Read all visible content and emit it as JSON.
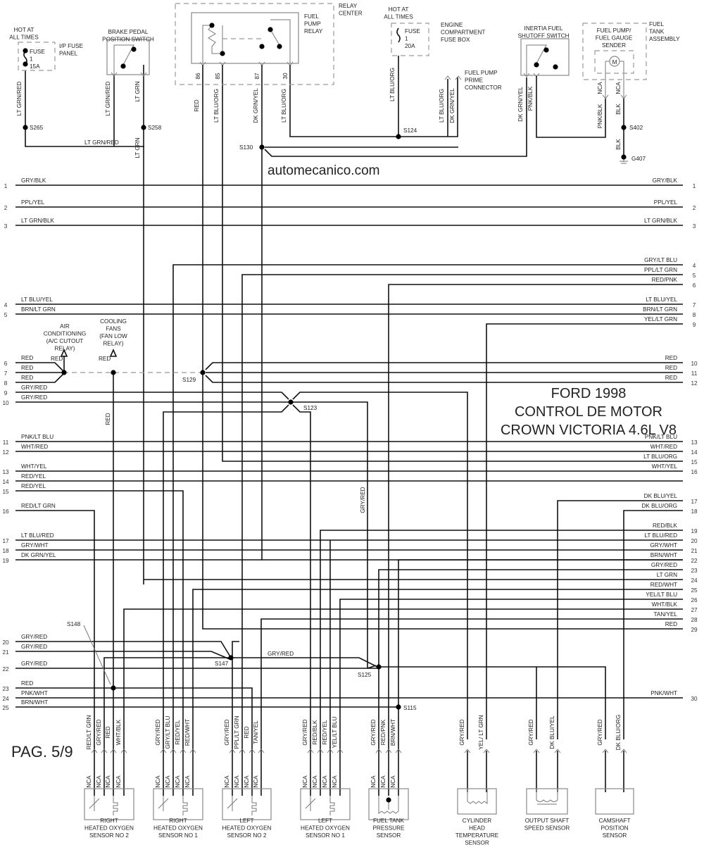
{
  "watermark": "automecanico.com",
  "page_label": "PAG. 5/9",
  "title_lines": [
    "FORD 1998",
    "CONTROL DE MOTOR",
    "CROWN VICTORIA 4.6L V8"
  ],
  "top_components": {
    "ip_fuse": {
      "hot": [
        "HOT AT",
        "ALL TIMES"
      ],
      "panel": [
        "I/P FUSE",
        "PANEL"
      ],
      "fuse": [
        "FUSE",
        "1",
        "15A"
      ],
      "wire": "LT GRN/RED",
      "splice": "S265"
    },
    "brake_switch": {
      "name": [
        "BRAKE PEDAL",
        "POSITION SWITCH"
      ],
      "wires": [
        "LT GRN/RED",
        "LT GRN"
      ],
      "splice": "S258",
      "bus_wire": "LT GRN/RED",
      "lower_wire": "LT GRN"
    },
    "relay_center": {
      "name": [
        "RELAY",
        "CENTER"
      ],
      "relay": [
        "FUEL",
        "PUMP",
        "RELAY"
      ],
      "pins": [
        "86",
        "85",
        "87",
        "30"
      ],
      "wires": [
        "RED",
        "LT BLU/ORG",
        "DK GRN/YEL",
        "LT BLU/ORG"
      ],
      "splice": "S130"
    },
    "engine_fuse": {
      "hot": [
        "HOT AT",
        "ALL TIMES"
      ],
      "box": [
        "ENGINE",
        "COMPARTMENT",
        "FUSE BOX"
      ],
      "fuse": [
        "FUSE",
        "1",
        "20A"
      ],
      "wire": "LT BLU/ORG",
      "splice": "S124"
    },
    "prime_connector": {
      "name": [
        "FUEL PUMP",
        "PRIME",
        "CONNECTOR"
      ],
      "wires": [
        "LT BLU/ORG",
        "DK GRN/YEL"
      ]
    },
    "inertia_switch": {
      "name": [
        "INERTIA FUEL",
        "SHUTOFF SWITCH"
      ],
      "wires": [
        "DK GRN/YEL",
        "PNK/BLK"
      ]
    },
    "fuel_tank": {
      "name": [
        "FUEL",
        "TANK",
        "ASSEMBLY"
      ],
      "sender": [
        "FUEL PUMP/",
        "FUEL GAUGE",
        "SENDER"
      ],
      "motor": "M",
      "nca": [
        "NCA",
        "NCA"
      ],
      "wires": [
        "PNK/BLK",
        "BLK"
      ],
      "splice": "S402",
      "ground_wire": "BLK",
      "ground": "G407"
    }
  },
  "left_pins": [
    {
      "n": "1",
      "c": "GRY/BLK"
    },
    {
      "n": "2",
      "c": "PPL/YEL"
    },
    {
      "n": "3",
      "c": "LT GRN/BLK"
    },
    {
      "n": "4",
      "c": "LT BLU/YEL"
    },
    {
      "n": "5",
      "c": "BRN/LT GRN"
    },
    {
      "n": "6",
      "c": "RED"
    },
    {
      "n": "7",
      "c": "RED"
    },
    {
      "n": "8",
      "c": "RED"
    },
    {
      "n": "9",
      "c": "GRY/RED"
    },
    {
      "n": "10",
      "c": "GRY/RED"
    },
    {
      "n": "11",
      "c": "PNK/LT BLU"
    },
    {
      "n": "12",
      "c": "WHT/RED"
    },
    {
      "n": "13",
      "c": "WHT/YEL"
    },
    {
      "n": "14",
      "c": "RED/YEL"
    },
    {
      "n": "15",
      "c": "RED/YEL"
    },
    {
      "n": "16",
      "c": "RED/LT GRN"
    },
    {
      "n": "17",
      "c": "LT BLU/RED"
    },
    {
      "n": "18",
      "c": "GRY/WHT"
    },
    {
      "n": "19",
      "c": "DK GRN/YEL"
    },
    {
      "n": "20",
      "c": "GRY/RED"
    },
    {
      "n": "21",
      "c": "GRY/RED"
    },
    {
      "n": "22",
      "c": "GRY/RED"
    },
    {
      "n": "23",
      "c": "RED"
    },
    {
      "n": "24",
      "c": "PNK/WHT"
    },
    {
      "n": "25",
      "c": "BRN/WHT"
    }
  ],
  "right_pins": [
    {
      "n": "1",
      "c": "GRY/BLK"
    },
    {
      "n": "2",
      "c": "PPL/YEL"
    },
    {
      "n": "3",
      "c": "LT GRN/BLK"
    },
    {
      "n": "4",
      "c": "GRY/LT BLU"
    },
    {
      "n": "5",
      "c": "PPL/LT GRN"
    },
    {
      "n": "6",
      "c": "RED/PNK"
    },
    {
      "n": "7",
      "c": "LT BLU/YEL"
    },
    {
      "n": "8",
      "c": "BRN/LT GRN"
    },
    {
      "n": "9",
      "c": "YEL/LT GRN"
    },
    {
      "n": "10",
      "c": "RED"
    },
    {
      "n": "11",
      "c": "RED"
    },
    {
      "n": "12",
      "c": "RED"
    },
    {
      "n": "13",
      "c": "PNK/LT BLU"
    },
    {
      "n": "14",
      "c": "WHT/RED"
    },
    {
      "n": "15",
      "c": "LT BLU/ORG"
    },
    {
      "n": "16",
      "c": "WHT/YEL"
    },
    {
      "n": "17",
      "c": "DK BLU/YEL"
    },
    {
      "n": "18",
      "c": "DK BLU/ORG"
    },
    {
      "n": "19",
      "c": "RED/BLK"
    },
    {
      "n": "20",
      "c": "LT BLU/RED"
    },
    {
      "n": "21",
      "c": "GRY/WHT"
    },
    {
      "n": "22",
      "c": "BRN/WHT"
    },
    {
      "n": "23",
      "c": "GRY/RED"
    },
    {
      "n": "24",
      "c": "LT GRN"
    },
    {
      "n": "25",
      "c": "RED/WHT"
    },
    {
      "n": "26",
      "c": "YEL/LT BLU"
    },
    {
      "n": "27",
      "c": "WHT/BLK"
    },
    {
      "n": "28",
      "c": "TAN/YEL"
    },
    {
      "n": "29",
      "c": "RED"
    },
    {
      "n": "30",
      "c": "PNK/WHT"
    }
  ],
  "relay_outputs": [
    {
      "name": [
        "AIR",
        "CONDITIONING",
        "(A/C CUTOUT",
        "RELAY)"
      ],
      "wire": "RED"
    },
    {
      "name": [
        "COOLING",
        "FANS",
        "(FAN LOW",
        "RELAY)"
      ],
      "wire": "RED",
      "vertical_wire": "RED"
    }
  ],
  "splices": [
    "S129",
    "S123",
    "S148",
    "S147",
    "S125",
    "S115"
  ],
  "mid_labels": {
    "s147_to_s125": "GRY/RED",
    "vertical_s125": "GRY/RED"
  },
  "sensors": [
    {
      "name": [
        "RIGHT",
        "HEATED OXYGEN",
        "SENSOR NO 2"
      ],
      "wires": [
        "RED/LT GRN",
        "GRY/RED",
        "RED",
        "WHT/BLK"
      ],
      "nca": [
        "NCA",
        "NCA",
        "NCA",
        "NCA"
      ]
    },
    {
      "name": [
        "RIGHT",
        "HEATED OXYGEN",
        "SENSOR NO 1"
      ],
      "wires": [
        "GRY/RED",
        "GRY/LT BLU",
        "RED/YEL",
        "RED/WHT"
      ],
      "nca": [
        "NCA",
        "NCA",
        "NCA",
        "NCA"
      ]
    },
    {
      "name": [
        "LEFT",
        "HEATED OXYGEN",
        "SENSOR NO 2"
      ],
      "wires": [
        "GRY/RED",
        "PPL/LT GRN",
        "RED",
        "TAN/YEL"
      ],
      "nca": [
        "NCA",
        "NCA",
        "NCA",
        "NCA"
      ]
    },
    {
      "name": [
        "LEFT",
        "HEATED OXYGEN",
        "SENSOR NO 1"
      ],
      "wires": [
        "GRY/RED",
        "RED/BLK",
        "RED/YEL",
        "YEL/LT BLU"
      ],
      "nca": [
        "NCA",
        "NCA",
        "NCA",
        "NCA"
      ]
    },
    {
      "name": [
        "FUEL TANK",
        "PRESSURE",
        "SENSOR"
      ],
      "wires": [
        "GRY/RED",
        "RED/PNK",
        "BRN/WHT"
      ],
      "nca": [
        "NCA",
        "NCA",
        "NCA"
      ]
    },
    {
      "name": [
        "CYLINDER",
        "HEAD",
        "TEMPERATURE",
        "SENSOR"
      ],
      "wires": [
        "GRY/RED",
        "YEL/ LT GRN"
      ],
      "nca": []
    },
    {
      "name": [
        "OUTPUT SHAFT",
        "SPEED SENSOR"
      ],
      "wires": [
        "GRY/RED",
        "DK BLU/YEL"
      ],
      "nca": []
    },
    {
      "name": [
        "CAMSHAFT",
        "POSITION",
        "SENSOR"
      ],
      "wires": [
        "GRY/RED",
        "DK BLU/ORG"
      ],
      "nca": []
    }
  ]
}
